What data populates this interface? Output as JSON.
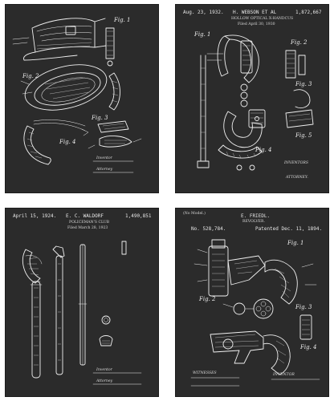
{
  "posters": [
    {
      "id": "police-cap",
      "figures": [
        "Fig. 1",
        "Fig. 2",
        "Fig. 3",
        "Fig. 4"
      ],
      "signatures": [
        "Inventor",
        "Attorney"
      ]
    },
    {
      "id": "handcuffs",
      "date": "Aug. 23, 1932.",
      "inventor": "H. WEBSON ET AL",
      "number": "1,872,667",
      "title_lines": [
        "HOLLOW OPTICAL X-HANDCUS",
        "Filed April 30, 1930"
      ],
      "figures": [
        "Fig. 1",
        "Fig. 2",
        "Fig. 3",
        "Fig. 4",
        "Fig. 5"
      ],
      "signatures": [
        "INVENTORS",
        "ATTORNEY."
      ]
    },
    {
      "id": "policeman-club",
      "date": "April 15, 1924.",
      "inventor": "E. C. WALDORF",
      "number": "1,490,851",
      "title_lines": [
        "POLICEMAN'S CLUB",
        "Filed March 28, 1923"
      ],
      "signatures": [
        "Inventor",
        "Attorney"
      ]
    },
    {
      "id": "revolver",
      "model_note": "(No Model.)",
      "inventor": "E. FRIEDL.",
      "subtitle": "REVOLVER.",
      "number": "No. 528,784.",
      "date": "Patented Dec. 11, 1894.",
      "figures": [
        "Fig. 1",
        "Fig. 2",
        "Fig. 3",
        "Fig. 4"
      ],
      "signatures": [
        "WITNESSES",
        "INVENTOR"
      ]
    }
  ],
  "colors": {
    "board": "#2b2b2b",
    "chalk": "#f0f0f0",
    "border": "#ffffff"
  }
}
